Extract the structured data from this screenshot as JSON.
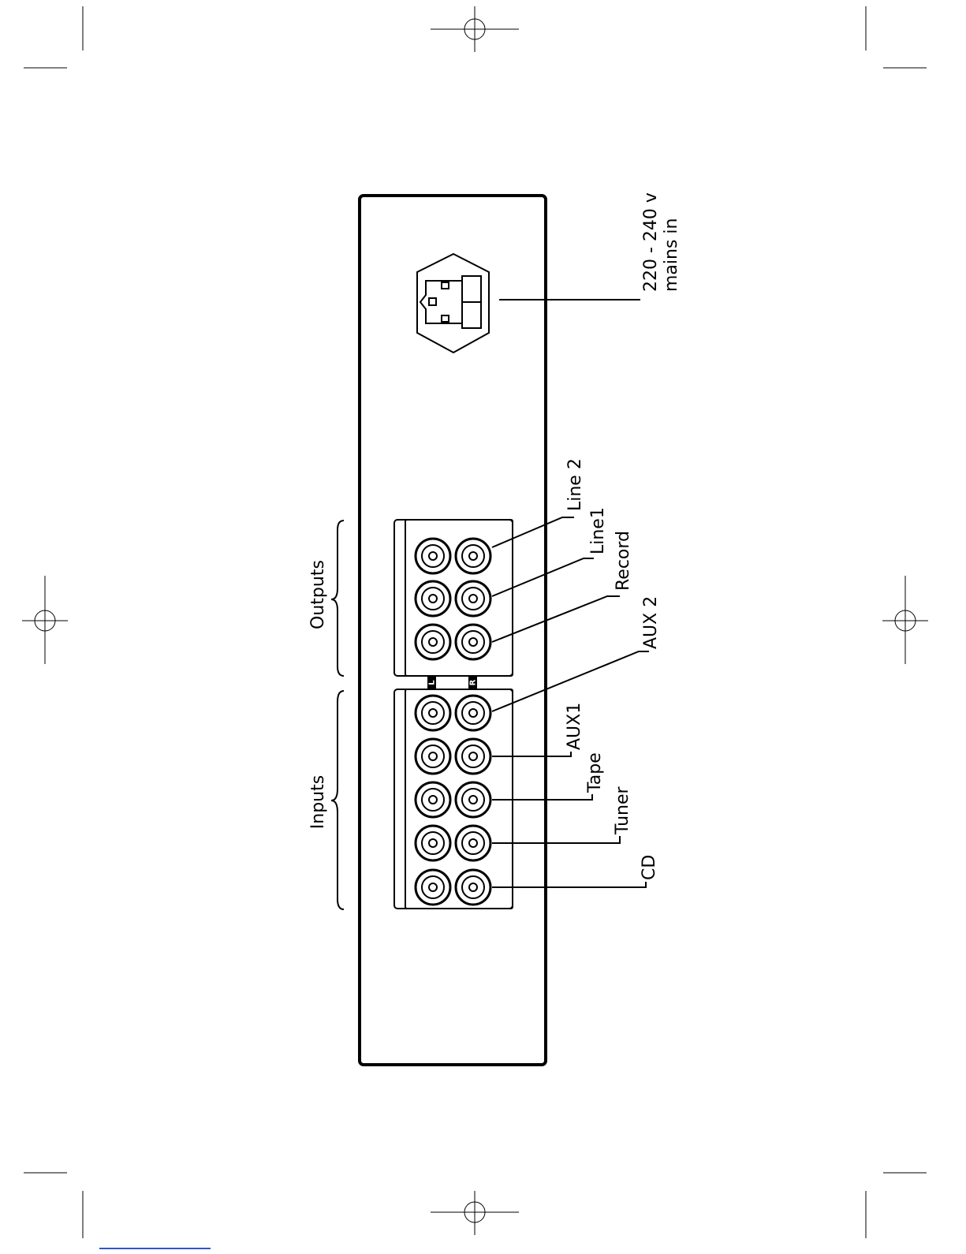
{
  "labels": {
    "mains": [
      "220 - 240 v",
      "mains in"
    ],
    "outputs": [
      "Line 2",
      "Line1",
      "Record"
    ],
    "inputs": [
      "AUX 2",
      "AUX1",
      "Tape",
      "Tuner",
      "CD"
    ]
  },
  "groups": {
    "outputs": "Outputs",
    "inputs": "Inputs"
  },
  "channel_markers": {
    "left": "L",
    "right": "R"
  }
}
